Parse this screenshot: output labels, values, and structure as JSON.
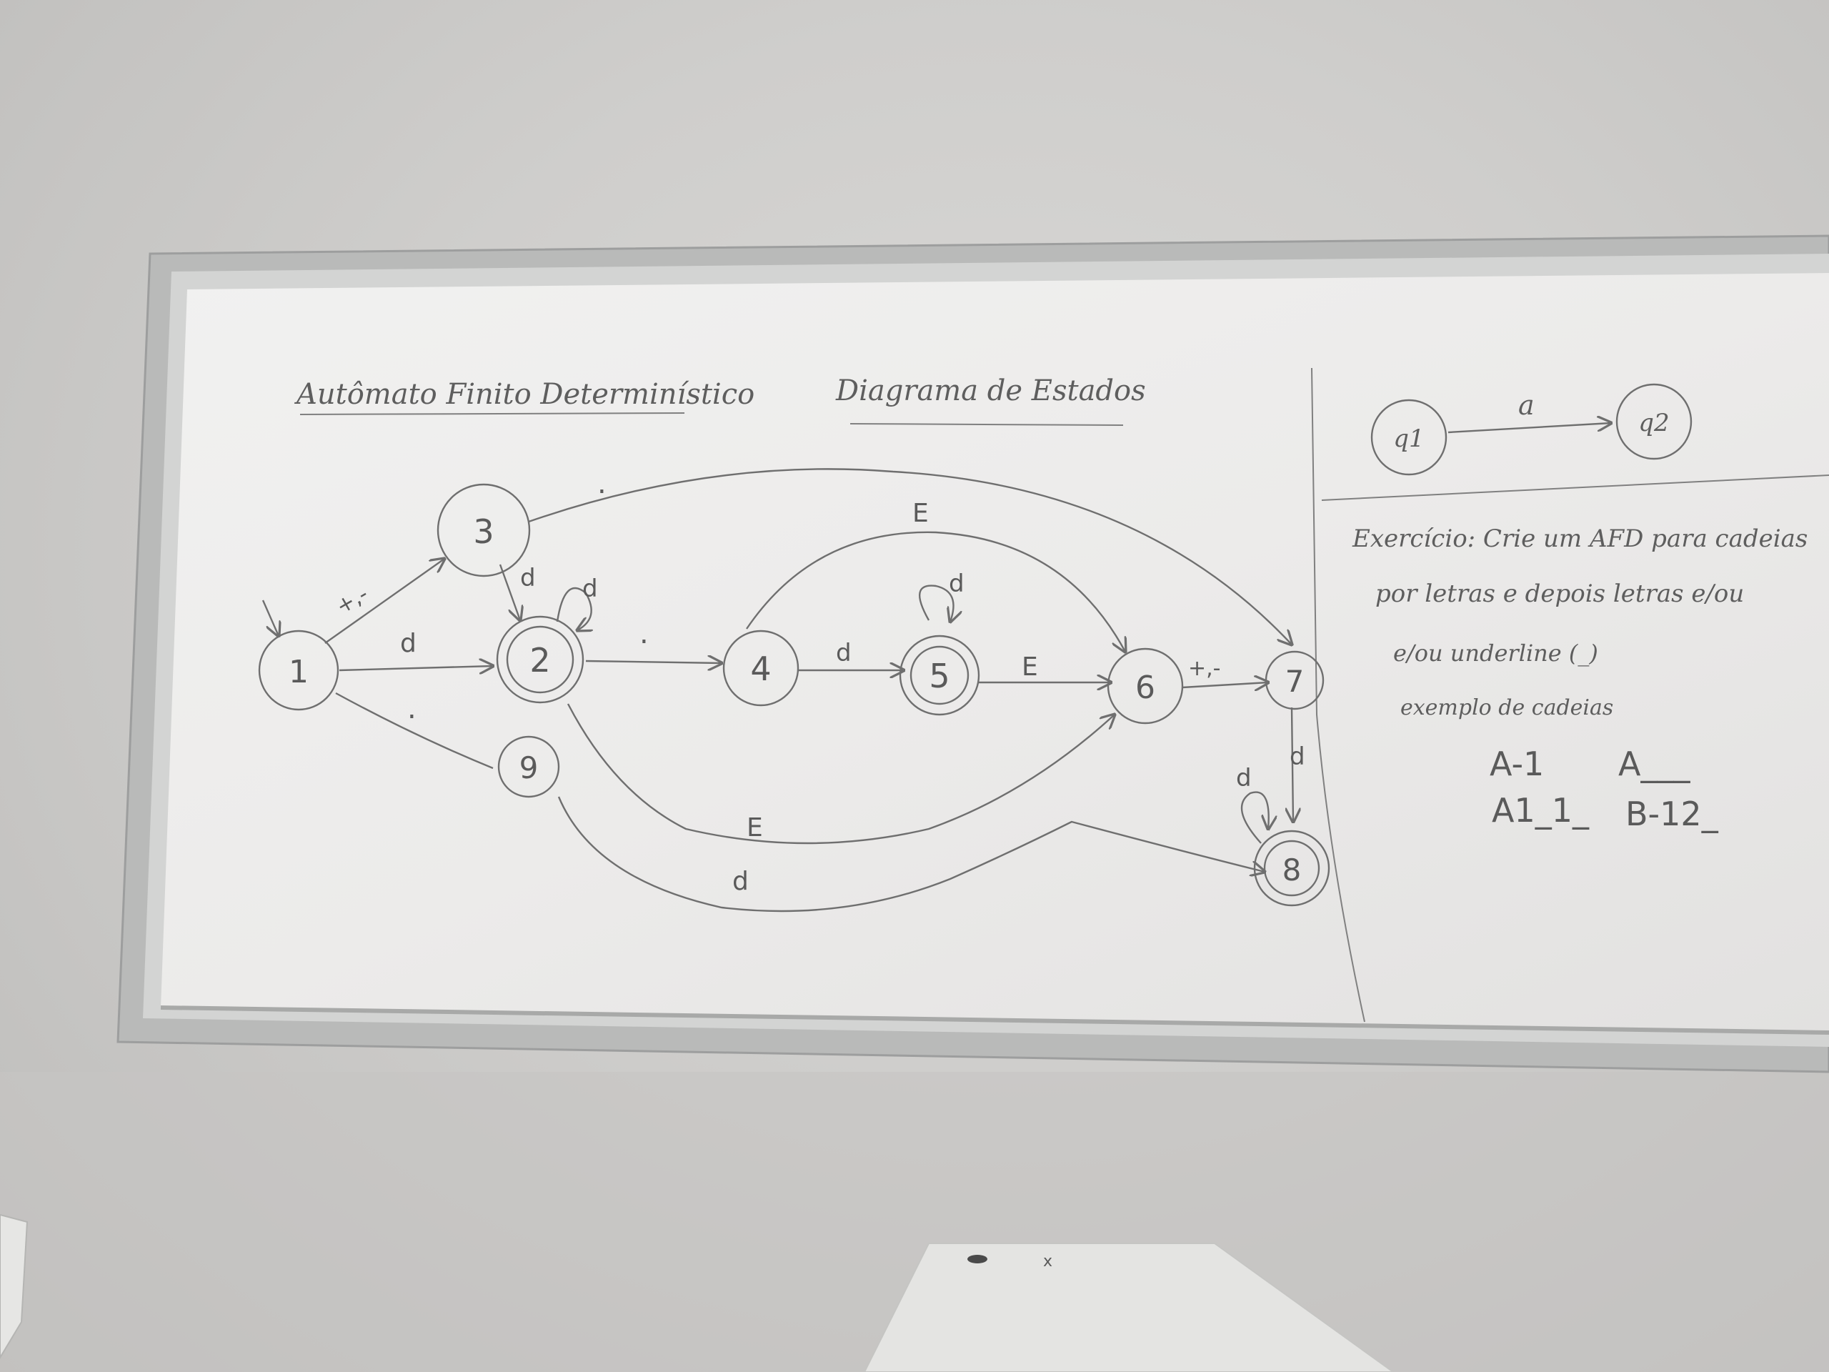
{
  "board": {
    "title_left": "Autômato Finito Determinístico",
    "title_right": "Diagrama de Estados",
    "states": [
      "1",
      "2",
      "3",
      "4",
      "5",
      "6",
      "7",
      "8",
      "9"
    ],
    "transitions": {
      "t_1_3": "+,-",
      "t_1_2": "d",
      "t_1_9": ".",
      "t_3_2": "d",
      "t_2_loop": "d",
      "t_3_7": ".",
      "t_2_4": ".",
      "t_4_5": "d",
      "t_5_loop": "d",
      "t_5_6": "E",
      "t_4_6": "E",
      "t_6_7": "+,-",
      "t_7_8": "d",
      "t_8_loop": "d",
      "t_2_6": "E",
      "t_9_8": "d"
    },
    "example_automaton": {
      "q1": "q1",
      "q2": "q2",
      "symbol": "a"
    },
    "exercise": {
      "line1": "Exercício: Crie um AFD para cadeias",
      "line2": "por letras e depois letras e/ou",
      "line3": "e/ou underline (_)",
      "line4": "exemplo de cadeias",
      "examples_row1": [
        "A-1",
        "A___"
      ],
      "examples_row2": [
        "A1_1_",
        "B-12_"
      ]
    },
    "desk_text": "x"
  }
}
